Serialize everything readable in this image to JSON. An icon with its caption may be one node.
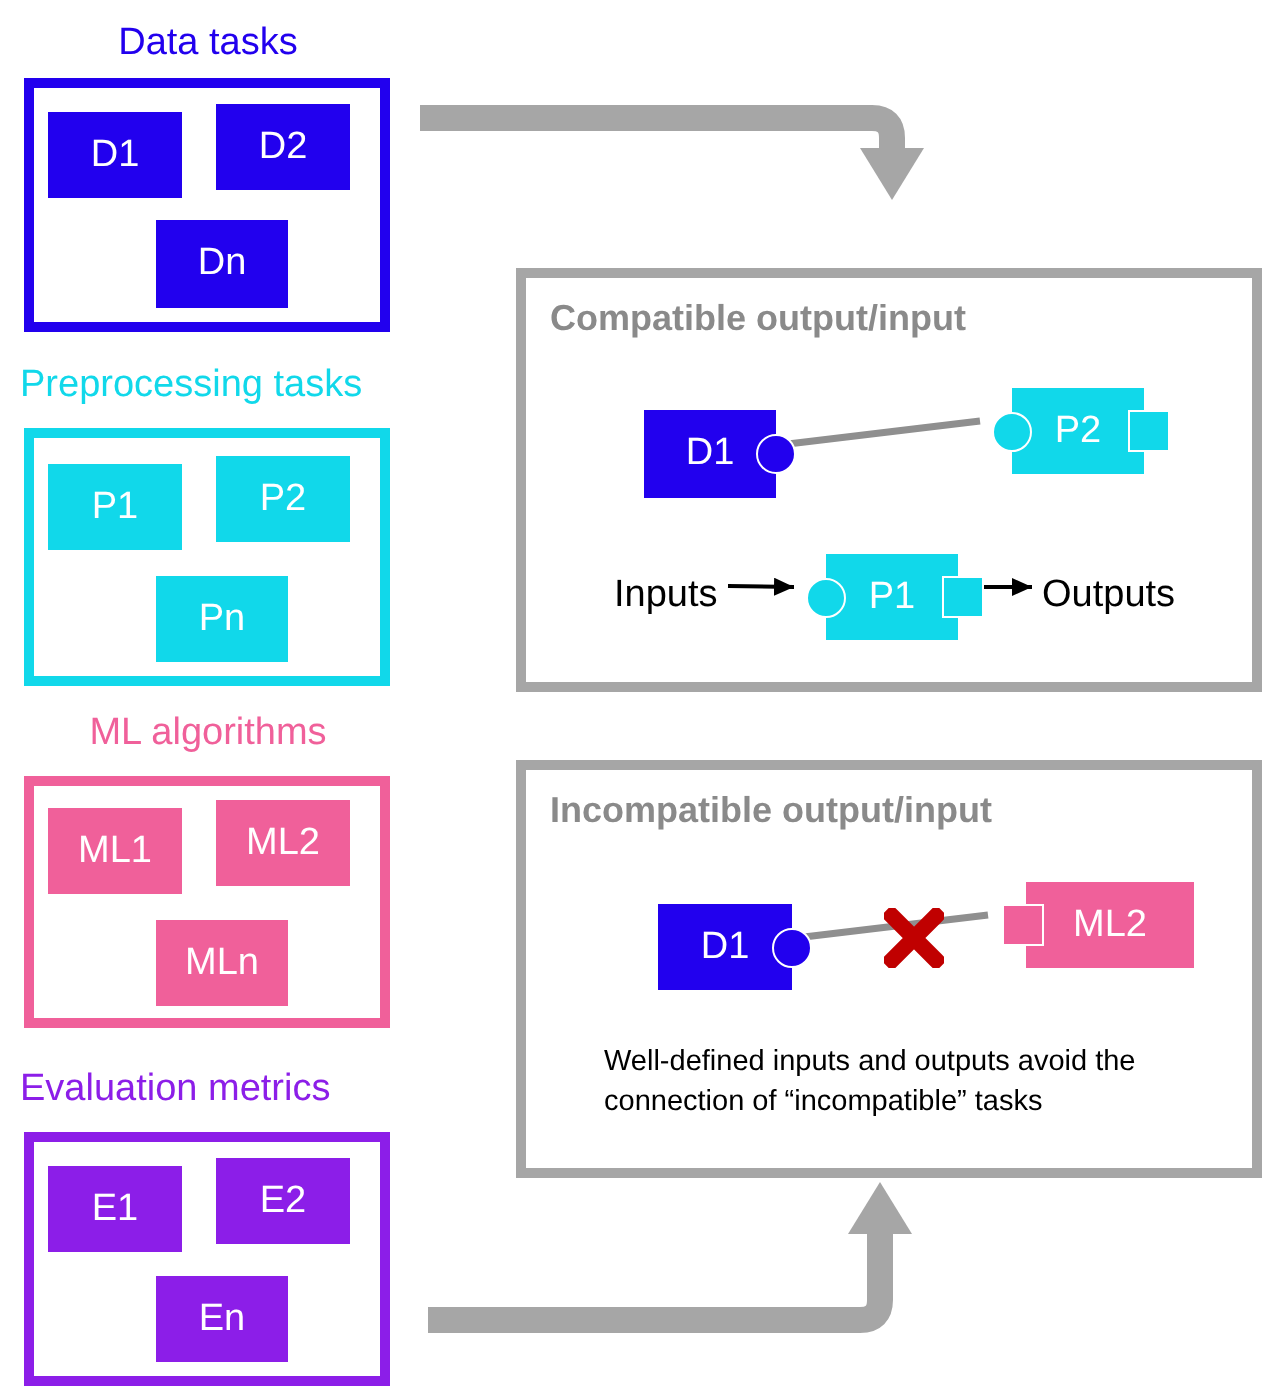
{
  "diagram": {
    "nodes": [
      {
        "text": [
          "Data tasks"
        ]
      },
      {
        "text": [
          "D1"
        ],
        "in": 0
      },
      {
        "text": [
          "D2"
        ],
        "in": 0
      },
      {
        "text": [
          "Dn"
        ],
        "in": 0
      },
      {
        "text": [
          "Preprocessing tasks"
        ]
      },
      {
        "text": [
          "P1"
        ],
        "in": 4
      },
      {
        "text": [
          "P2"
        ],
        "in": 4
      },
      {
        "text": [
          "Pn"
        ],
        "in": 4
      },
      {
        "text": [
          "ML algorithms"
        ]
      },
      {
        "text": [
          "ML1"
        ],
        "in": 8
      },
      {
        "text": [
          "ML2"
        ],
        "in": 8
      },
      {
        "text": [
          "MLn"
        ],
        "in": 8
      },
      {
        "text": [
          "Evaluation metrics"
        ]
      },
      {
        "text": [
          "E1"
        ],
        "in": 12
      },
      {
        "text": [
          "E2"
        ],
        "in": 12
      },
      {
        "text": [
          "En"
        ],
        "in": 12
      },
      {
        "text": [
          "Compatible output/input"
        ]
      },
      {
        "text": [
          "D1"
        ],
        "in": 16
      },
      {
        "text": [
          "P2"
        ],
        "in": 16
      },
      {
        "text": [
          "P1"
        ],
        "in": 16
      },
      {
        "text": [
          "Inputs"
        ],
        "in": 16
      },
      {
        "text": [
          "Outputs"
        ],
        "in": 16
      },
      {
        "text": [
          "Incompatible output/input",
          "Well-defined inputs and outputs avoid the connection of “incompatible” tasks"
        ]
      },
      {
        "text": [
          "D1"
        ],
        "in": 22
      },
      {
        "text": [
          "ML2"
        ],
        "in": 22
      }
    ],
    "edges": [
      {
        "from": 0,
        "to": 16,
        "arrow": "to",
        "style": "thick"
      },
      {
        "from": 17,
        "to": 18,
        "arrow": "none"
      },
      {
        "from": 20,
        "to": 19,
        "arrow": "to",
        "color": "#000000"
      },
      {
        "from": 19,
        "to": 21,
        "arrow": "to",
        "color": "#000000"
      },
      {
        "from": 23,
        "to": 24,
        "arrow": "none"
      },
      {
        "from": 12,
        "to": 22,
        "arrow": "to",
        "style": "thick"
      }
    ]
  }
}
